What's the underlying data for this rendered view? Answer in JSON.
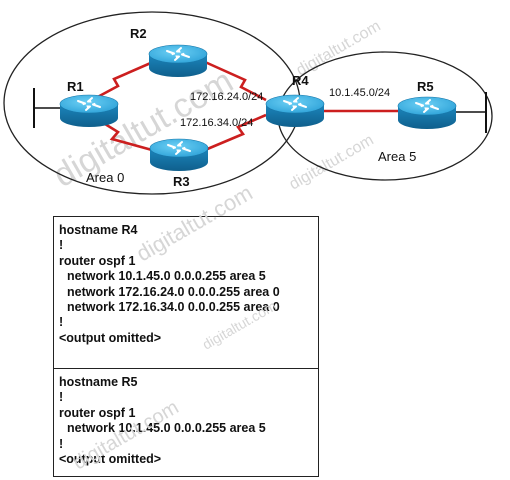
{
  "watermark": "digitaltut.com",
  "areas": {
    "area0": "Area 0",
    "area5": "Area 5"
  },
  "routers": {
    "r1": "R1",
    "r2": "R2",
    "r3": "R3",
    "r4": "R4",
    "r5": "R5"
  },
  "networks": {
    "net_24": "172.16.24.0/24",
    "net_34": "172.16.34.0/24",
    "net_45": "10.1.45.0/24"
  },
  "config_r4": {
    "lines": [
      "hostname R4",
      "!",
      "router ospf 1",
      "network 10.1.45.0 0.0.0.255 area 5",
      "network 172.16.24.0 0.0.0.255 area 0",
      "network 172.16.34.0 0.0.0.255 area 0",
      "!",
      "<output omitted>"
    ]
  },
  "config_r5": {
    "lines": [
      "hostname R5",
      "!",
      "router ospf 1",
      "network 10.1.45.0 0.0.0.255 area 5",
      "!",
      "<output omitted>"
    ]
  },
  "colors": {
    "serial_link": "#cc1f1f",
    "ethernet_link": "#cc1f1f",
    "router_body": "#1d8fc9",
    "router_top": "#36b2e6"
  },
  "icons": {
    "router": "router-icon"
  }
}
